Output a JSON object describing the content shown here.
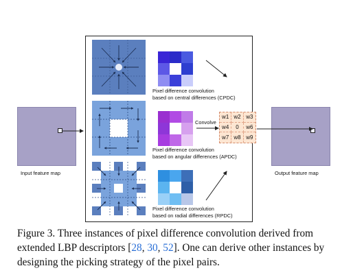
{
  "left_map_label": "Input feature map",
  "right_map_label": "Output feature map",
  "convolve_label": "Convolve",
  "weights": [
    "w1",
    "w2",
    "w3",
    "w4",
    "0",
    "w6",
    "w7",
    "w8",
    "w9"
  ],
  "cpdc": {
    "line1": "Pixel difference convolution",
    "line2": "based on central differences (CPDC)"
  },
  "apdc": {
    "line1": "Pixel difference convolution",
    "line2": "based on angular differences (APDC)"
  },
  "rpdc": {
    "line1": "Pixel difference convolution",
    "line2": "based on radial differences (RPDC)"
  },
  "caption": {
    "intro": "Figure 3. Three instances of pixel difference convolution derived from extended LBP descriptors [",
    "ref1": "28",
    "sep1": ", ",
    "ref2": "30",
    "sep2": ", ",
    "ref3": "52",
    "outro": "]. One can derive other instances by designing the picking strategy of the pixel pairs."
  },
  "colors": {
    "panel_blue": "#5b7fbe",
    "feature_map": "#a7a1c6",
    "weight_bg": "#fde6d2"
  }
}
